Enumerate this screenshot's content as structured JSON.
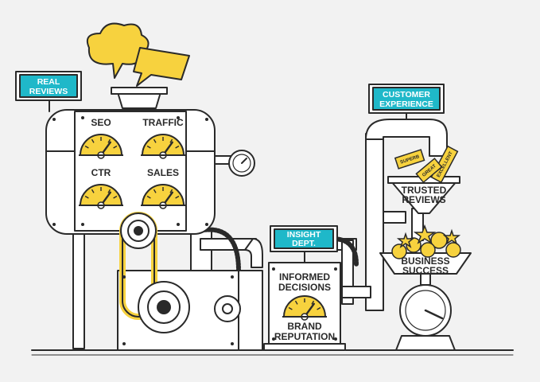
{
  "signs": {
    "real_reviews": [
      "REAL",
      "REVIEWS"
    ],
    "customer_experience": [
      "CUSTOMER",
      "EXPERIENCE"
    ],
    "insight_dept": [
      "INSIGHT",
      "DEPT."
    ]
  },
  "gauges": {
    "seo": "SEO",
    "traffic": "TRAFFIC",
    "ctr": "CTR",
    "sales": "SALES"
  },
  "panels": {
    "informed_decisions": [
      "INFORMED",
      "DECISIONS"
    ],
    "brand_reputation": [
      "BRAND",
      "REPUTATION"
    ],
    "trusted_reviews": [
      "TRUSTED",
      "REVIEWS"
    ],
    "business_success": [
      "BUSINESS",
      "SUCCESS"
    ]
  },
  "tickets": [
    "SUPERB",
    "EXCELLENT",
    "GREAT"
  ],
  "colors": {
    "teal": "#1fb8c9",
    "yellow": "#f7d23e",
    "outline": "#2a2a2a",
    "metal": "#ffffff",
    "background": "#f2f2f2"
  }
}
